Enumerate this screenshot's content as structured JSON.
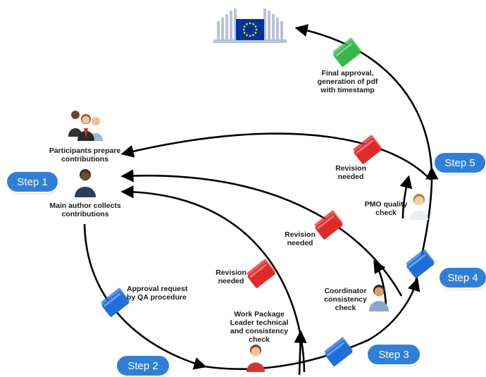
{
  "steps": [
    "Step 1",
    "Step 2",
    "Step 3",
    "Step 4",
    "Step 5"
  ],
  "labels": {
    "participants": "Participants prepare\ncontributions",
    "main_author": "Main author collects\ncontributions",
    "approval_request": "Approval request\nby QA procedure",
    "wp_leader": "Work Package\nLeader technical\nand consistency\ncheck",
    "revision": "Revision\nneeded",
    "coordinator": "Coordinator\nconsistency\ncheck",
    "pmo": "PMO quality\ncheck",
    "final": "Final approval,\ngeneration of pdf\nwith timestamp"
  },
  "colors": {
    "step_badge": "#2f7fd6",
    "folder_blue": "#1e6fd9",
    "folder_red": "#e02a2a",
    "folder_green": "#38b64a",
    "eu_flag": "#003399"
  },
  "icons": [
    "people-group-icon",
    "person-icon",
    "folder-icon",
    "eu-commission-logo"
  ]
}
